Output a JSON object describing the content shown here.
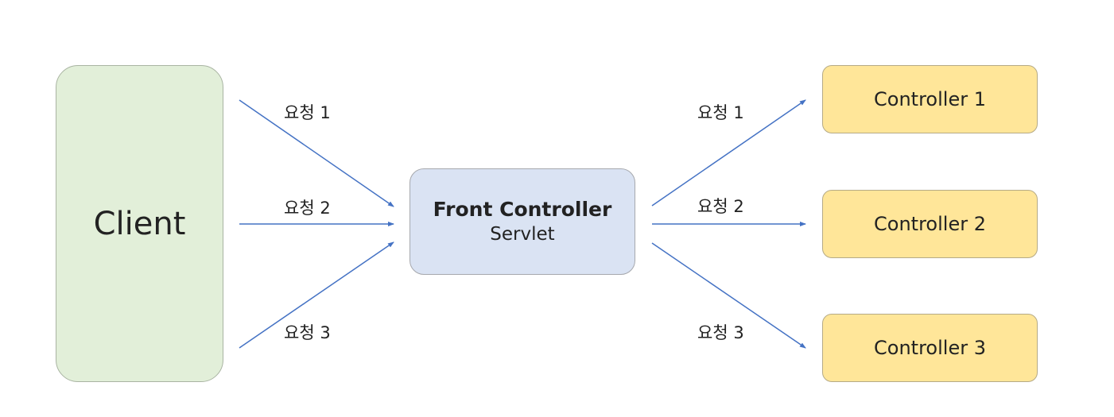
{
  "client": {
    "label": "Client"
  },
  "front_controller": {
    "title": "Front Controller",
    "subtitle": "Servlet"
  },
  "controllers": [
    "Controller 1",
    "Controller 2",
    "Controller 3"
  ],
  "left_requests": [
    "요청 1",
    "요청 2",
    "요청 3"
  ],
  "right_requests": [
    "요청 1",
    "요청 2",
    "요청 3"
  ],
  "colors": {
    "client_fill": "#e2efd9",
    "front_fill": "#dae3f3",
    "controller_fill": "#ffe699",
    "arrow": "#4472c4"
  }
}
